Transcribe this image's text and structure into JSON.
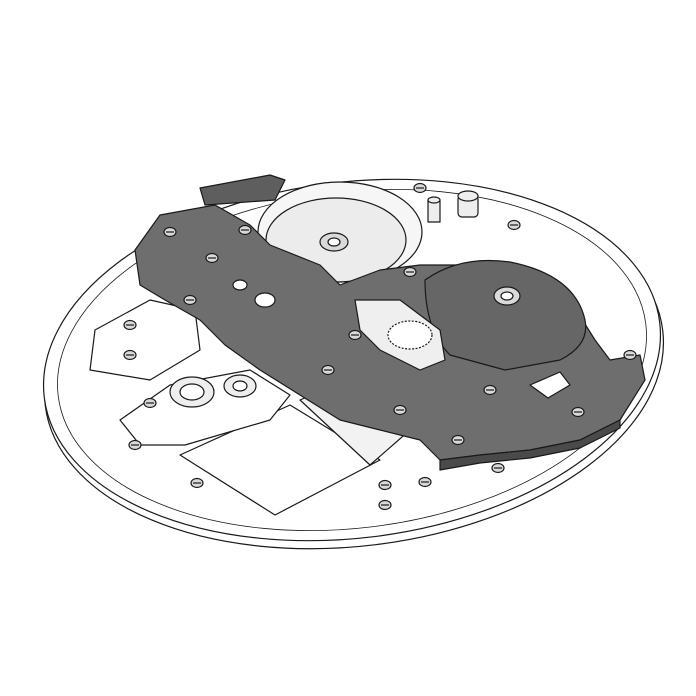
{
  "illustration": {
    "subject": "watch-movement-exploded-view",
    "colors": {
      "background": "#ffffff",
      "plate_fill": "#ffffff",
      "outline": "#1a1a1a",
      "bridge_fill": "#6e6e6e",
      "bridge_dark": "#555555",
      "balance_fill": "#ececec",
      "screw_fill": "#d9d9d9"
    },
    "icons": [
      "main-plate",
      "balance-wheel",
      "bridge",
      "rotor-cam",
      "screw",
      "jewel"
    ]
  }
}
